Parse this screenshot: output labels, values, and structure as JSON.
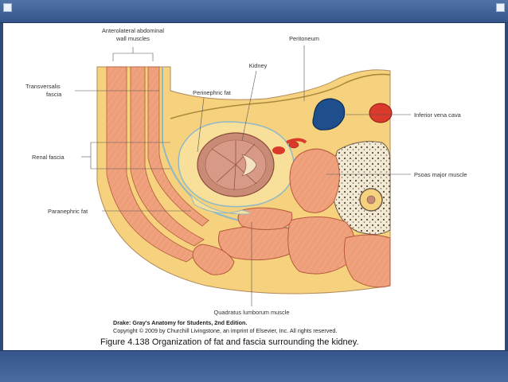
{
  "labels": {
    "anterolateral_line1": "Anterolateral abdominal",
    "anterolateral_line2": "wall muscles",
    "peritoneum": "Peritoneum",
    "kidney": "Kidney",
    "perinephric_fat": "Perinephric fat",
    "transversalis_line1": "Transversalis",
    "transversalis_line2": "fascia",
    "inferior_vena_cava": "Inferior vena cava",
    "renal_fascia": "Renal fascia",
    "psoas_major": "Psoas major muscle",
    "paranephric_fat": "Paranephric fat",
    "quadratus_lumborum": "Quadratus lumborum muscle"
  },
  "credit": {
    "line1": "Drake: Gray's Anatomy for Students, 2nd Edition.",
    "line2": "Copyright © 2009 by Churchill Livingstone, an imprint of Elsevier, Inc. All rights reserved."
  },
  "caption": "Figure 4.138 Organization of fat and fascia surrounding the kidney.",
  "colors": {
    "fat": "#f6d27e",
    "muscle": "#ee9f7a",
    "kidney": "#c98a76",
    "vein": "#1e4f8c",
    "artery": "#d93a2b",
    "fascia": "#8fb8c8",
    "frame": "#3a5a8c"
  }
}
